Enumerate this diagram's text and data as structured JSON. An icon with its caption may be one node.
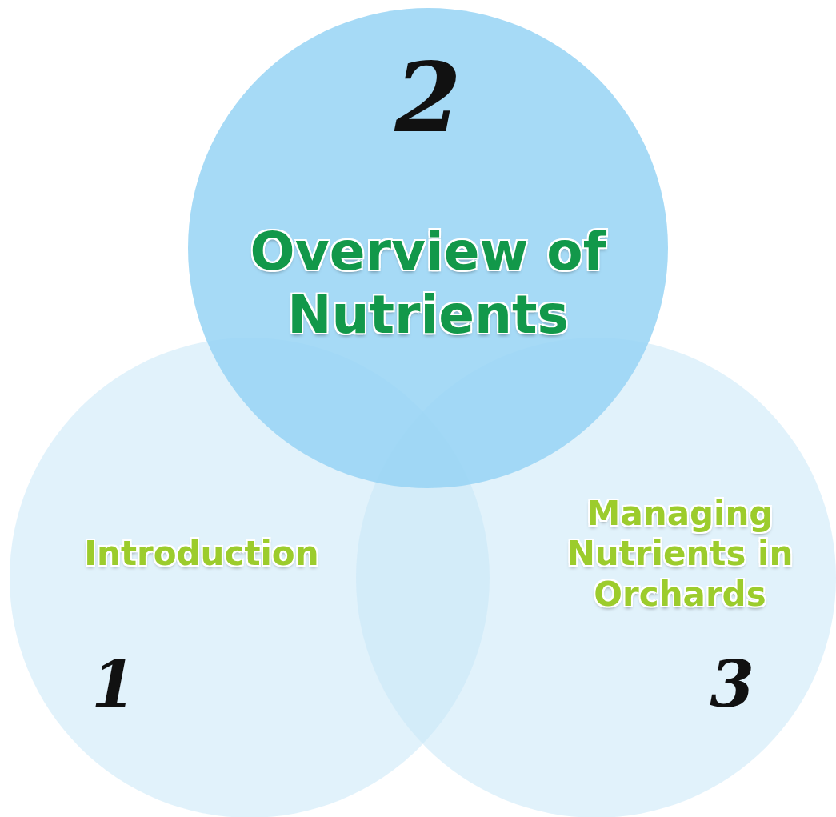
{
  "diagram": {
    "nodes": [
      {
        "text": [
          "2",
          "Overview of Nutrients"
        ]
      },
      {
        "text": [
          "Introduction",
          "1"
        ]
      },
      {
        "text": [
          "Managing Nutrients in Orchards",
          "3"
        ]
      }
    ]
  }
}
